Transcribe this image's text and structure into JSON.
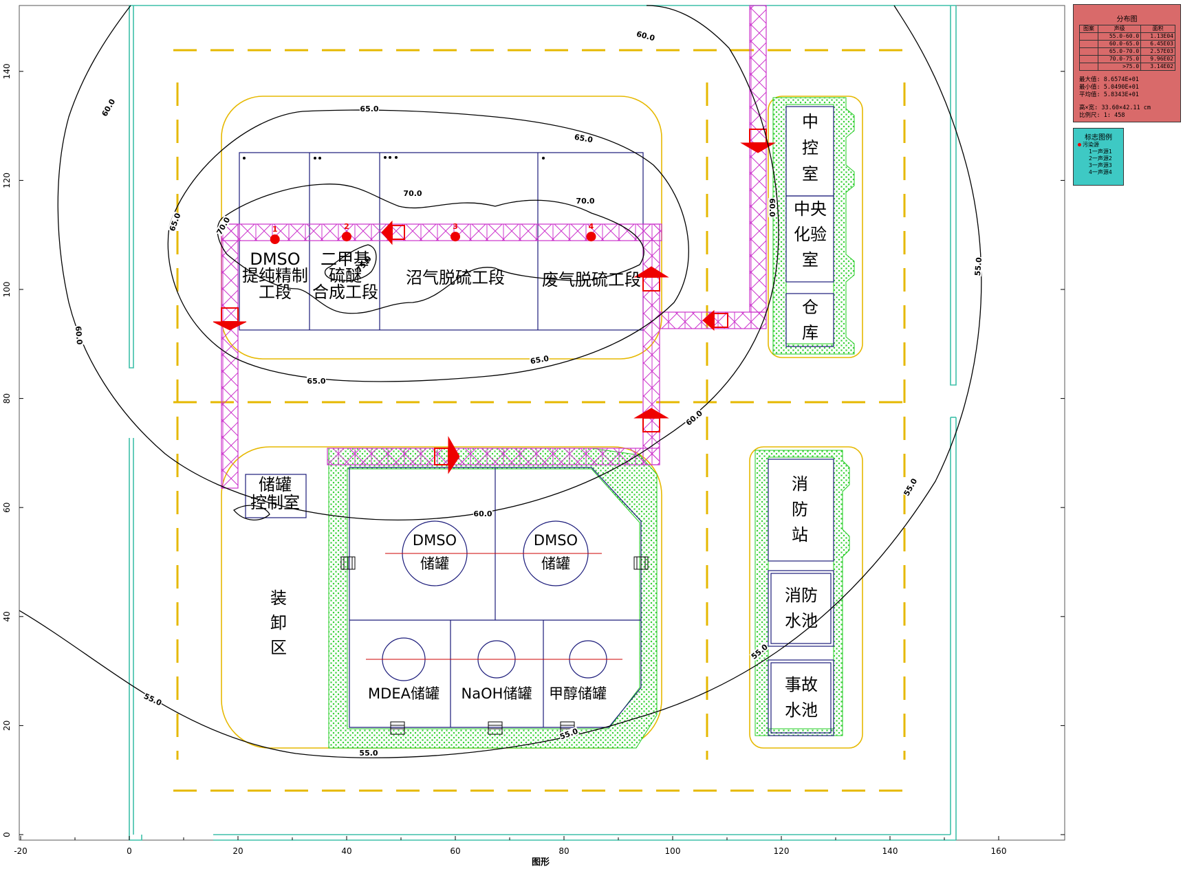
{
  "chart_data": {
    "type": "contour",
    "xlabel": "图形",
    "xlim": [
      -20,
      160
    ],
    "ylim": [
      0,
      150
    ],
    "x_ticks": [
      "-20",
      "0",
      "20",
      "40",
      "60",
      "80",
      "100",
      "120",
      "140",
      "160"
    ],
    "y_ticks": [
      "0",
      "20",
      "40",
      "60",
      "80",
      "100",
      "120",
      "140"
    ],
    "contour_labels": [
      "55.0",
      "55.0",
      "55.0",
      "55.0",
      "55.0",
      "55.0",
      "60.0",
      "60.0",
      "60.0",
      "60.0",
      "60.0",
      "60.0",
      "65.0",
      "65.0",
      "65.0",
      "65.0",
      "65.0",
      "70.0",
      "70.0",
      "70.0",
      "75.0"
    ],
    "sources": [
      {
        "id": "1",
        "x": 26.8,
        "y": 109.2
      },
      {
        "id": "2",
        "x": 40.0,
        "y": 109.7
      },
      {
        "id": "3",
        "x": 60.0,
        "y": 109.7
      },
      {
        "id": "4",
        "x": 85.0,
        "y": 109.7
      }
    ]
  },
  "buildings": {
    "dmso_refine": "DMSO\n提纯精制\n工段",
    "ether_synthesis": "二甲基\n硫醚\n合成工段",
    "gas_desulf": "沼气脱硫工段",
    "waste_gas_desulf": "废气脱硫工段",
    "control_room": "中\n控\n室",
    "lab": "中央\n化验\n室",
    "warehouse": "仓\n库",
    "tank_control": "储罐\n控制室",
    "loading": "装\n卸\n区",
    "dmso_tank_1": "DMSO\n储罐",
    "dmso_tank_2": "DMSO\n储罐",
    "mdea_tank": "MDEA储罐",
    "naoh_tank": "NaOH储罐",
    "methanol_tank": "甲醇储罐",
    "fire_station": "消\n防\n站",
    "fire_pool": "消防\n水池",
    "accident_pool": "事故\n水池"
  },
  "distribution_panel": {
    "title": "分布图",
    "headers": [
      "图案",
      "声级",
      "面积"
    ],
    "rows": [
      [
        "",
        "55.0-60.0",
        "1.13E04"
      ],
      [
        "",
        "60.0-65.0",
        "6.45E03"
      ],
      [
        "",
        "65.0-70.0",
        "2.57E03"
      ],
      [
        "",
        "70.0-75.0",
        "9.96E02"
      ],
      [
        "",
        ">75.0",
        "3.14E02"
      ]
    ],
    "max_label": "最大值:",
    "max_value": "8.6574E+01",
    "min_label": "最小值:",
    "min_value": "5.0490E+01",
    "avg_label": "平均值:",
    "avg_value": "5.8343E+01",
    "size_label": "高×宽:",
    "size_value": "33.60×42.11 cm",
    "scale_label": "比例尺:",
    "scale_value": "1: 458"
  },
  "legend_panel": {
    "title": "标志图例",
    "header": "污染源",
    "items": [
      "1一声源1",
      "2一声源2",
      "3一声源3",
      "4一声源4"
    ]
  },
  "colors": {
    "contour": "#000000",
    "road": "#e6b800",
    "boundary": "#3dbfa8",
    "building": "#1a1a7a",
    "pipe": "#cc33cc",
    "green": "#22cc22",
    "source": "#ee0000",
    "dist_panel": "#d96a6a",
    "legend_panel": "#3ec9c4"
  }
}
